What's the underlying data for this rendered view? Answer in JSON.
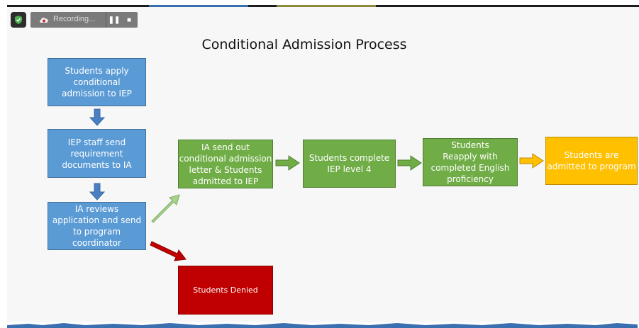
{
  "recorder": {
    "status_label": "Recording...",
    "pause_symbol": "❚❚",
    "stop_symbol": "■"
  },
  "slide": {
    "title": "Conditional Admission Process",
    "boxes": {
      "apply": "Students apply\nconditional\nadmission to IEP",
      "iep_staff": "IEP staff send\nrequirement\ndocuments to IA",
      "ia_reviews": "IA reviews\napplication and send\nto program\ncoordinator",
      "ia_send_out": "IA send out\nconditional admission\nletter & Students\nadmitted to IEP",
      "complete_iep": "Students  complete\nIEP level 4",
      "reapply": "Students\nReapply with\ncompleted English\nproficiency",
      "admitted": "Students are\nadmitted to program",
      "denied": "Students Denied"
    }
  },
  "colors": {
    "blue_box": "#5b9bd5",
    "green_box": "#70ad47",
    "gold_box": "#ffc000",
    "red_box": "#c00000",
    "down_arrow": "#4a7fc1",
    "right_arrow": "#70ad47",
    "up_arrow": "#a9d18e",
    "denied_arrow": "#c00000",
    "admit_arrow": "#ffc000"
  }
}
